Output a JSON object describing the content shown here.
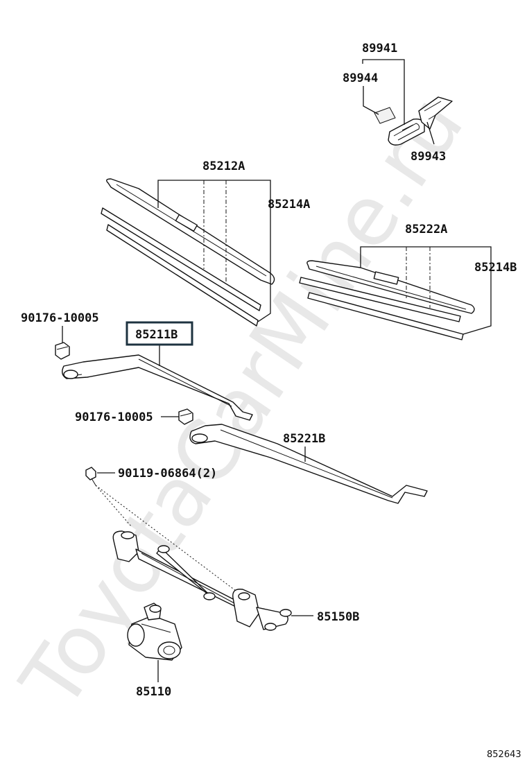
{
  "diagram": {
    "watermark": "ToyotaCarMine.ru",
    "reference_code": "852643",
    "labels": {
      "p89941": "89941",
      "p89944": "89944",
      "p89943": "89943",
      "p85212A": "85212A",
      "p85214A": "85214A",
      "p85222A": "85222A",
      "p85214B": "85214B",
      "p90176a": "90176-10005",
      "p85211B": "85211B",
      "p90176b": "90176-10005",
      "p85221B": "85221B",
      "p90119": "90119-06864(2)",
      "p85150B": "85150B",
      "p85110": "85110"
    },
    "highlighted_part": "85211B",
    "colors": {
      "line": "#111111",
      "highlight_border": "#1e3340",
      "watermark": "#e8e8e8"
    }
  }
}
